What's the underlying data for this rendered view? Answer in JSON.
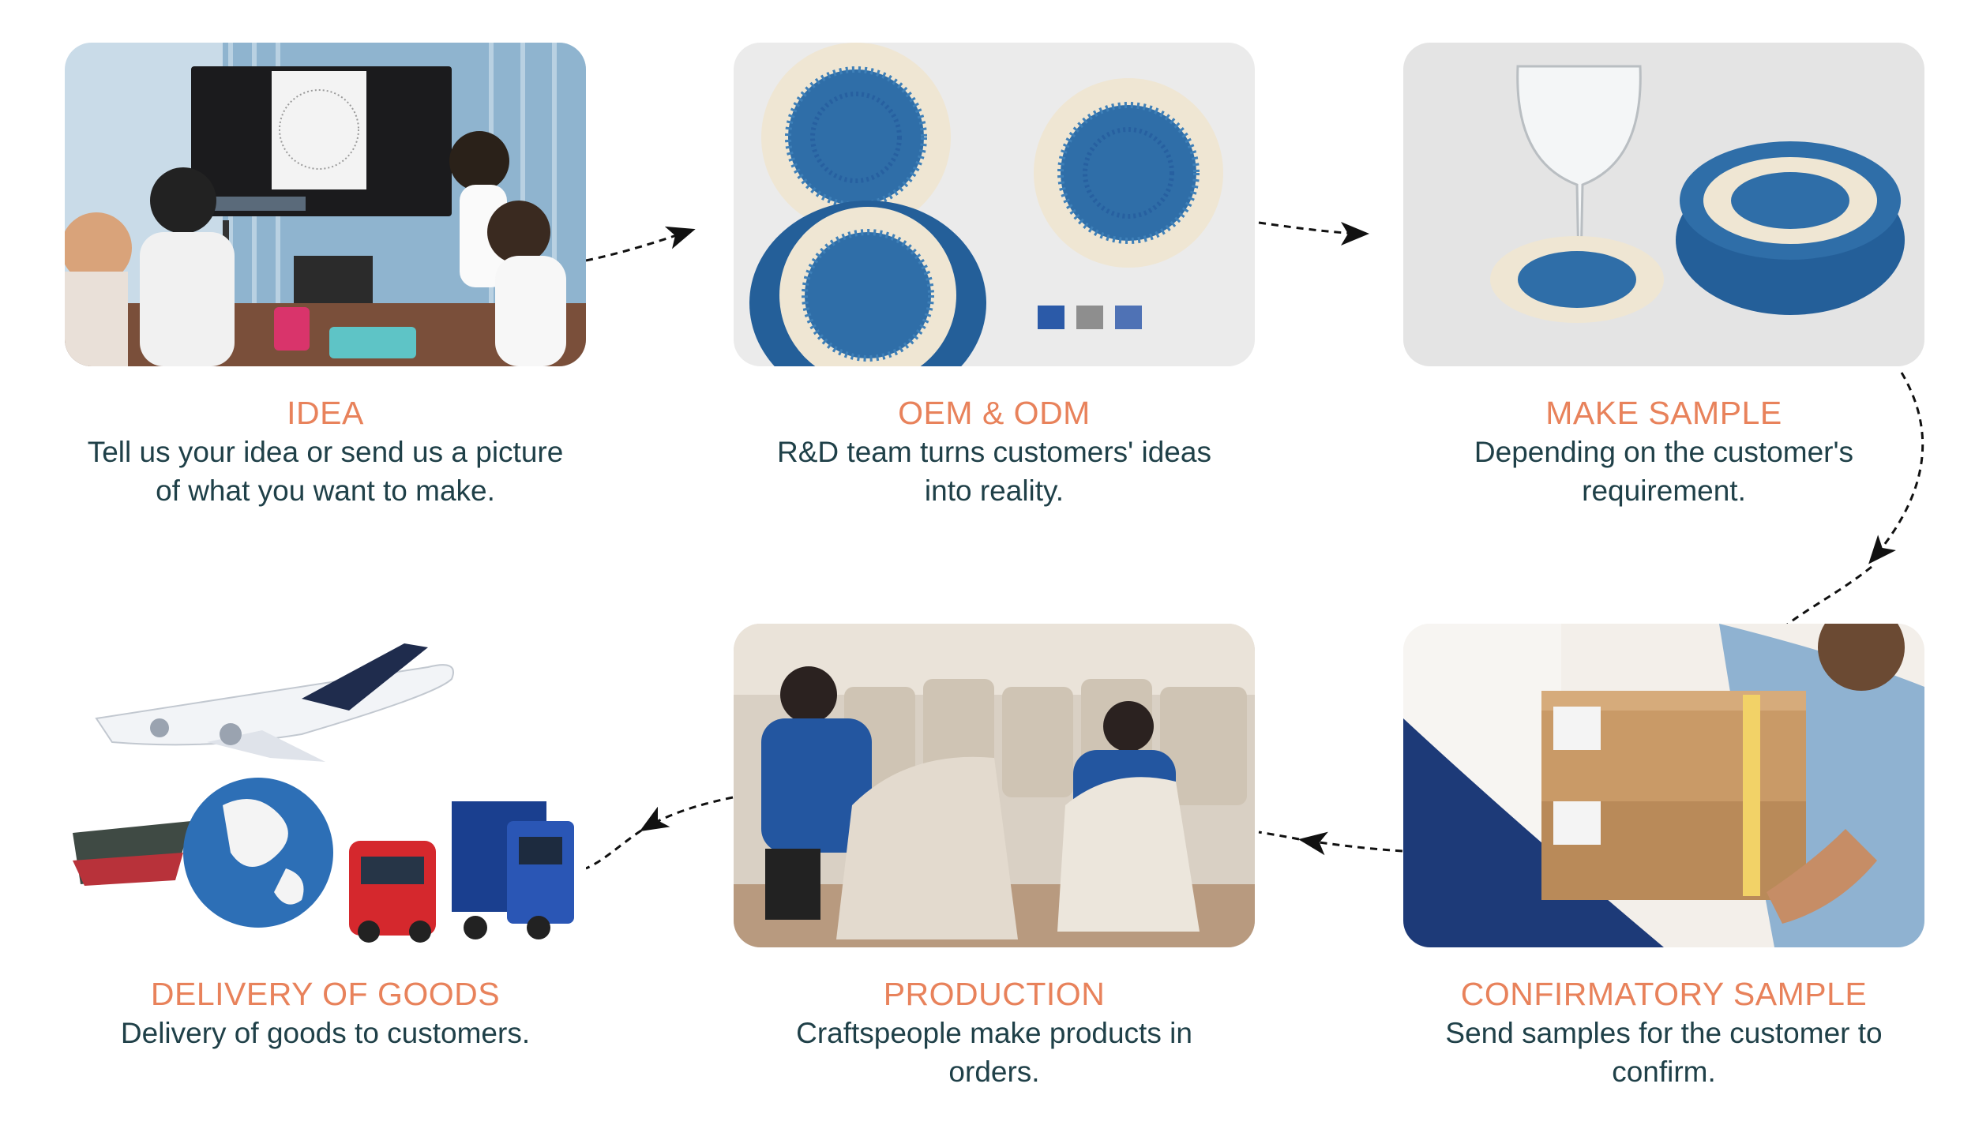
{
  "steps": [
    {
      "title": "IDEA",
      "desc_lines": [
        "Tell us your idea or send us a picture",
        "of what you want to make."
      ]
    },
    {
      "title": "OEM & ODM",
      "desc_lines": [
        "R&D team turns customers' ideas",
        "into reality."
      ]
    },
    {
      "title": "MAKE SAMPLE",
      "desc_lines": [
        "Depending on the customer's",
        "requirement."
      ]
    },
    {
      "title": "CONFIRMATORY SAMPLE",
      "desc_lines": [
        "Send samples for the customer to",
        "confirm."
      ]
    },
    {
      "title": "PRODUCTION",
      "desc_lines": [
        "Craftspeople make products in",
        "orders."
      ]
    },
    {
      "title": "DELIVERY OF GOODS",
      "desc_lines": [
        "Delivery of goods to customers."
      ]
    }
  ],
  "colors": {
    "title": "#e8825b",
    "text": "#1f4048",
    "arrow": "#111111",
    "swatches": [
      "#2b5aa8",
      "#8e8e8e",
      "#4f72b5"
    ]
  }
}
